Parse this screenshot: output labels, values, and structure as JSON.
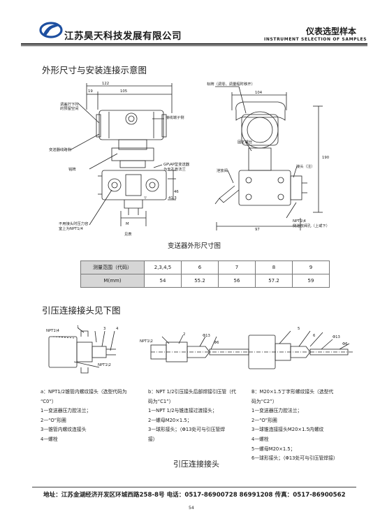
{
  "header": {
    "company": "江苏昊天科技发展有限公司",
    "sample_title": "仪表选型样本",
    "sample_title_en": "INSTRUMENT SELECTION OF SAMPLES"
  },
  "section1": {
    "title": "外形尺寸与安装连接示意图",
    "caption": "变送器外形尺寸图",
    "dims": {
      "w122": "122",
      "w19": "19",
      "w105": "105",
      "w104": "104",
      "w190": "190",
      "d46": "46",
      "d41": "41.3",
      "w97": "97",
      "m": "M"
    },
    "labels": {
      "cover_space": [
        "调盖拧下时",
        "的预留空间"
      ],
      "wiring_side": "变送器线路侧",
      "terminal_side": "接线端子侧",
      "nameplate_left": "铭牌",
      "gp_ap": [
        "GP\\AP型变送器",
        "为无孔盲法兰"
      ],
      "unused_port": [
        "不用接头时压力容",
        "室上为NPT1/4"
      ],
      "see_table": "见表",
      "nameplate_top": "标牌（调零、调量程时移开）",
      "fixing_screw": "固定螺丝",
      "drain_valve": "泄放阀",
      "connector_note": "接头（注）",
      "side_drain": [
        "NPT1\\4",
        "侧泄放阀孔（上或下）"
      ]
    }
  },
  "table": {
    "header_label": "测量范围（代码）",
    "row_label": "M(mm)",
    "codes": [
      "2,3,4,5",
      "6",
      "7",
      "8",
      "9"
    ],
    "values": [
      "54",
      "55.2",
      "56",
      "57.2",
      "59"
    ]
  },
  "section2": {
    "title": "引压连接接头见下图",
    "fig_labels": {
      "npt_a1": "NPT1\\4",
      "npt_a2": "NPT1\\2",
      "npt_b": "NPT1\\2",
      "phi13_b": "Φ13",
      "phi6_b": "Φ6",
      "phi13_c": "Φ13",
      "phi6_c": "Φ6",
      "n1": "1",
      "n2": "2",
      "n3": "3",
      "n4": "4",
      "n5": "5",
      "n6": "6"
    },
    "col_a": [
      "a：NPT1/2锥管内螺纹接头（选型代码为",
      "“C0”）",
      "1—变送器压力腔法兰；",
      "2—“O”形圈",
      "3—锥管内螺纹连接头",
      "4—螺栓"
    ],
    "col_b": [
      "b：NPT 1/2引压接头后部焊接引压管（代",
      "码为“C1”）",
      "1—NPT 1/2与锥连接过渡接头；",
      "2—螺母M20×1.5；",
      "3—球形接头；（Φ13处可与引压管焊",
      "接）"
    ],
    "col_c": [
      "B：M20×1.5丁字形螺纹接头（选型代",
      "码为“C2”）",
      "1—变送器压力腔法兰；",
      "2—“O”形圈",
      "3—球锥连接接头M20×1.5内螺纹",
      "4—螺栓",
      "5—螺母M20×1.5；",
      "6—球形接头；（Φ13处可与引压管焊接）"
    ],
    "caption": "引压连接接头"
  },
  "footer": {
    "address": "地址：江苏金湖经济开发区环城西路258-8号  电话：0517-86900728  86991208   传真：0517-86900562",
    "page": "54"
  },
  "colors": {
    "logo_blue": "#1d4fa0",
    "rule": "#222222",
    "table_head": "#d6d6d6"
  }
}
